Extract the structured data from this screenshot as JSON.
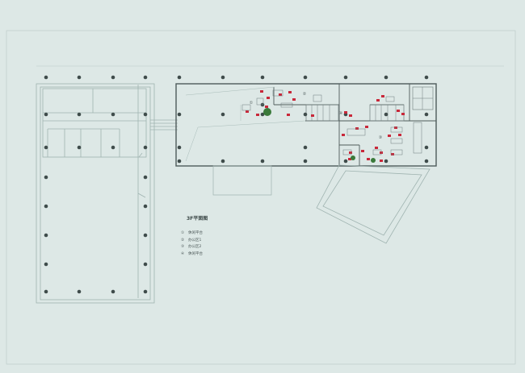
{
  "plan": {
    "title": "3F平面图",
    "legend": [
      {
        "num": "①",
        "label": "休闲平台"
      },
      {
        "num": "②",
        "label": "办公区1"
      },
      {
        "num": "③",
        "label": "办公区2"
      },
      {
        "num": "④",
        "label": "休闲平台"
      }
    ],
    "room_tags": [
      "①",
      "②",
      "③",
      "④"
    ]
  },
  "colors": {
    "background": "#dde8e6",
    "line": "#9fb3b0",
    "wall": "#4e5b5a",
    "column": "#3f4c4b",
    "furniture_accent": "#c8283a",
    "planting": "#3a7a3a"
  }
}
